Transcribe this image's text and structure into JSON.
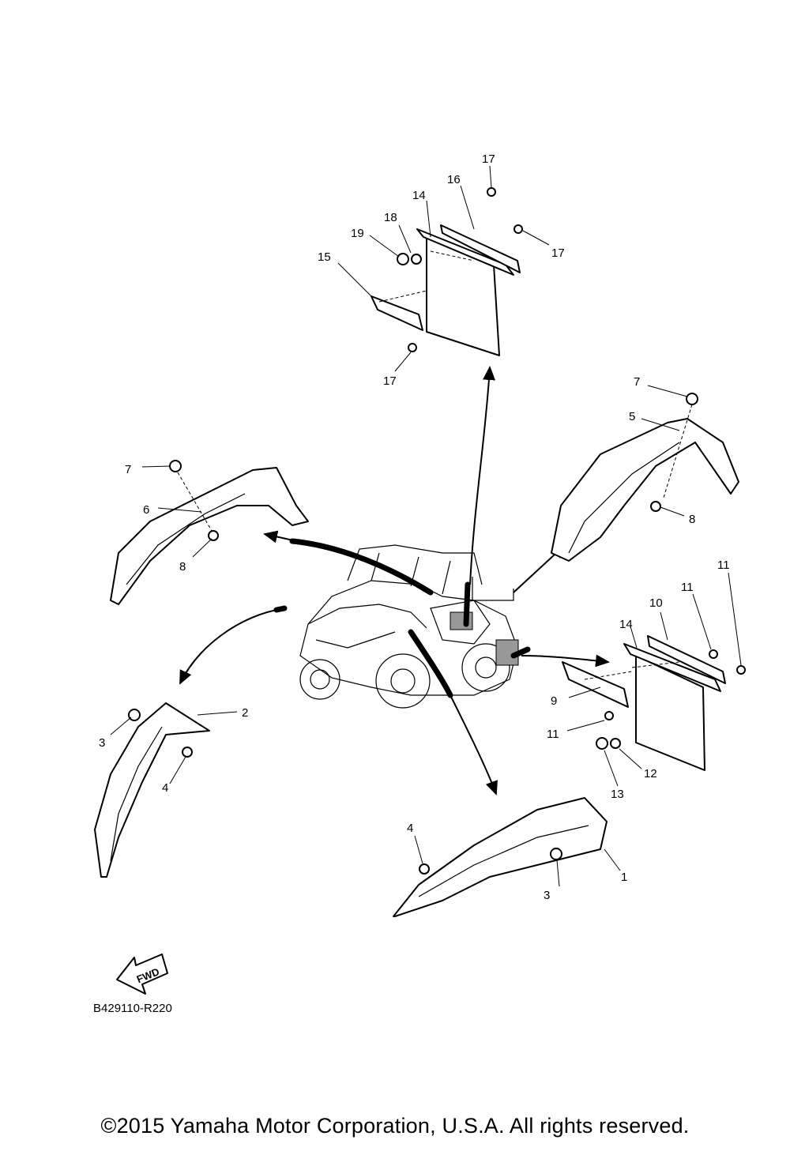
{
  "diagram": {
    "callouts": [
      "1",
      "2",
      "3",
      "4",
      "5",
      "6",
      "7",
      "8",
      "9",
      "10",
      "11",
      "12",
      "13",
      "14",
      "15",
      "16",
      "17",
      "18",
      "19"
    ],
    "fwd_badge": "FWD",
    "drawing_code": "B429110-R220",
    "copyright": "©2015 Yamaha Motor Corporation, U.S.A. All rights reserved."
  }
}
